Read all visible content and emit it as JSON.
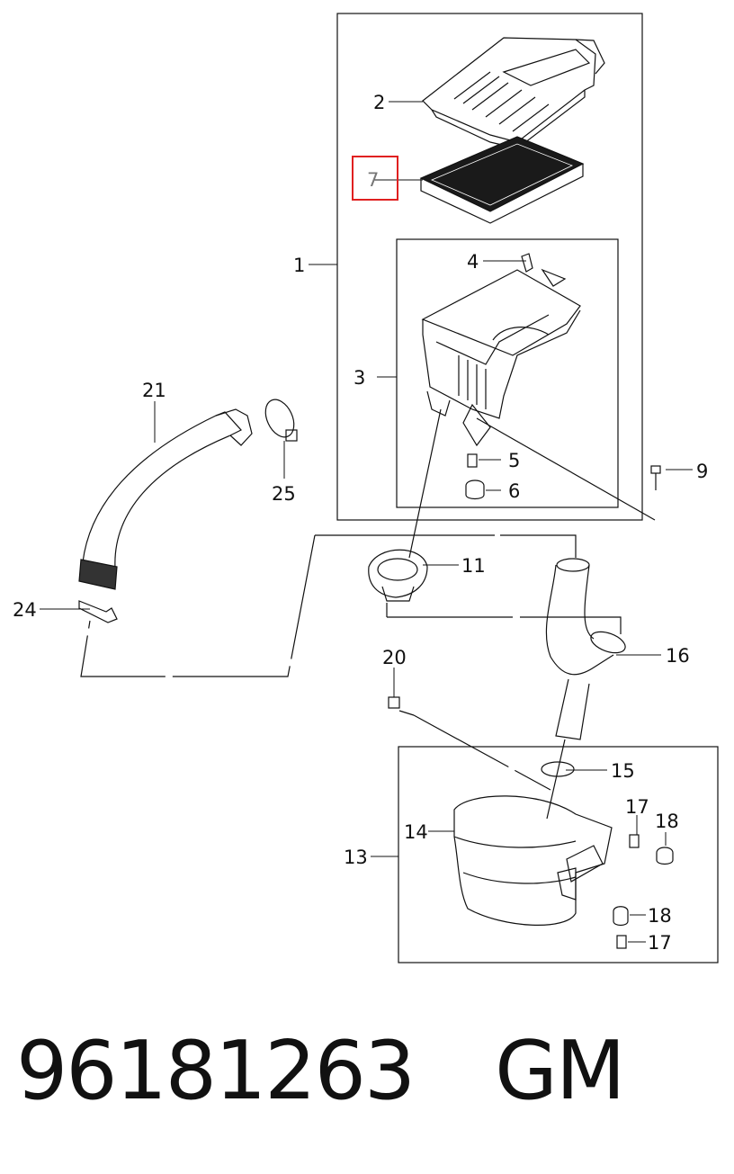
{
  "callouts": {
    "c1": "1",
    "c2": "2",
    "c3": "3",
    "c4": "4",
    "c5": "5",
    "c6": "6",
    "c7": "7",
    "c9": "9",
    "c11": "11",
    "c13": "13",
    "c14": "14",
    "c15": "15",
    "c16": "16",
    "c17a": "17",
    "c17b": "17",
    "c18a": "18",
    "c18b": "18",
    "c20": "20",
    "c21": "21",
    "c24": "24",
    "c25": "25"
  },
  "footer": {
    "part_number": "96181263",
    "brand": "GM"
  },
  "colors": {
    "highlight": "#e02020",
    "line": "#111111"
  }
}
